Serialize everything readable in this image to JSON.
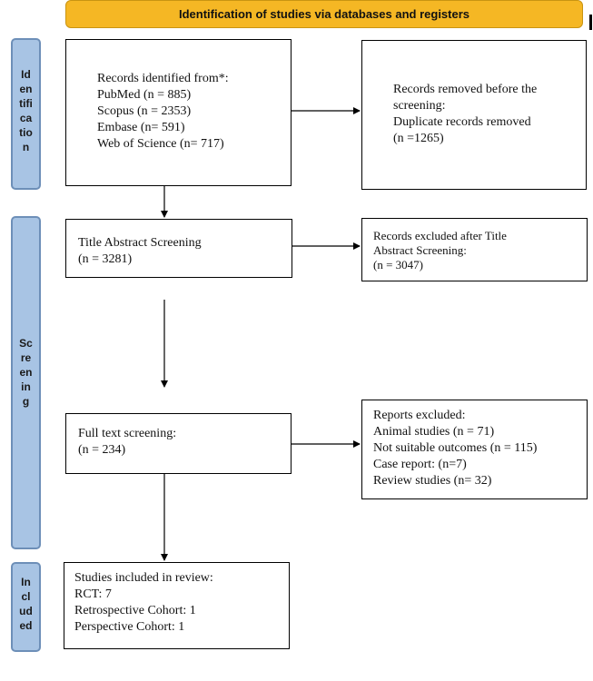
{
  "header": {
    "title": "Identification of studies via databases and registers"
  },
  "phases": {
    "identification": [
      "Id",
      "en",
      "tifi",
      "ca",
      "tio",
      "n"
    ],
    "screening": [
      "Sc",
      "re",
      "en",
      "in",
      "g"
    ],
    "included": [
      "In",
      "cl",
      "ud",
      "ed"
    ]
  },
  "boxes": {
    "records_identified": {
      "lines": [
        "Records identified from*:",
        "PubMed (n = 885)",
        "Scopus (n = 2353)",
        "Embase (n= 591)",
        "Web of Science (n= 717)"
      ]
    },
    "records_removed": {
      "lines": [
        "Records removed before the",
        "screening:",
        "Duplicate records removed",
        "(n =1265)"
      ]
    },
    "title_abstract": {
      "lines": [
        "Title Abstract Screening",
        "(n = 3281)"
      ]
    },
    "records_excluded": {
      "lines": [
        "Records excluded after Title",
        "Abstract Screening:",
        "(n = 3047)"
      ]
    },
    "full_text": {
      "lines": [
        "Full text screening:",
        "(n = 234)"
      ]
    },
    "reports_excluded": {
      "lines": [
        "Reports excluded:",
        "Animal studies (n = 71)",
        "Not suitable outcomes (n = 115)",
        "Case report: (n=7)",
        "Review studies (n= 32)"
      ]
    },
    "included": {
      "lines": [
        "Studies included in review:",
        "RCT: 7",
        "Retrospective Cohort: 1",
        "Perspective Cohort: 1"
      ]
    }
  },
  "colors": {
    "header_bg": "#f5b724",
    "phase_bg": "#a8c4e4",
    "phase_border": "#6d8fb8"
  }
}
